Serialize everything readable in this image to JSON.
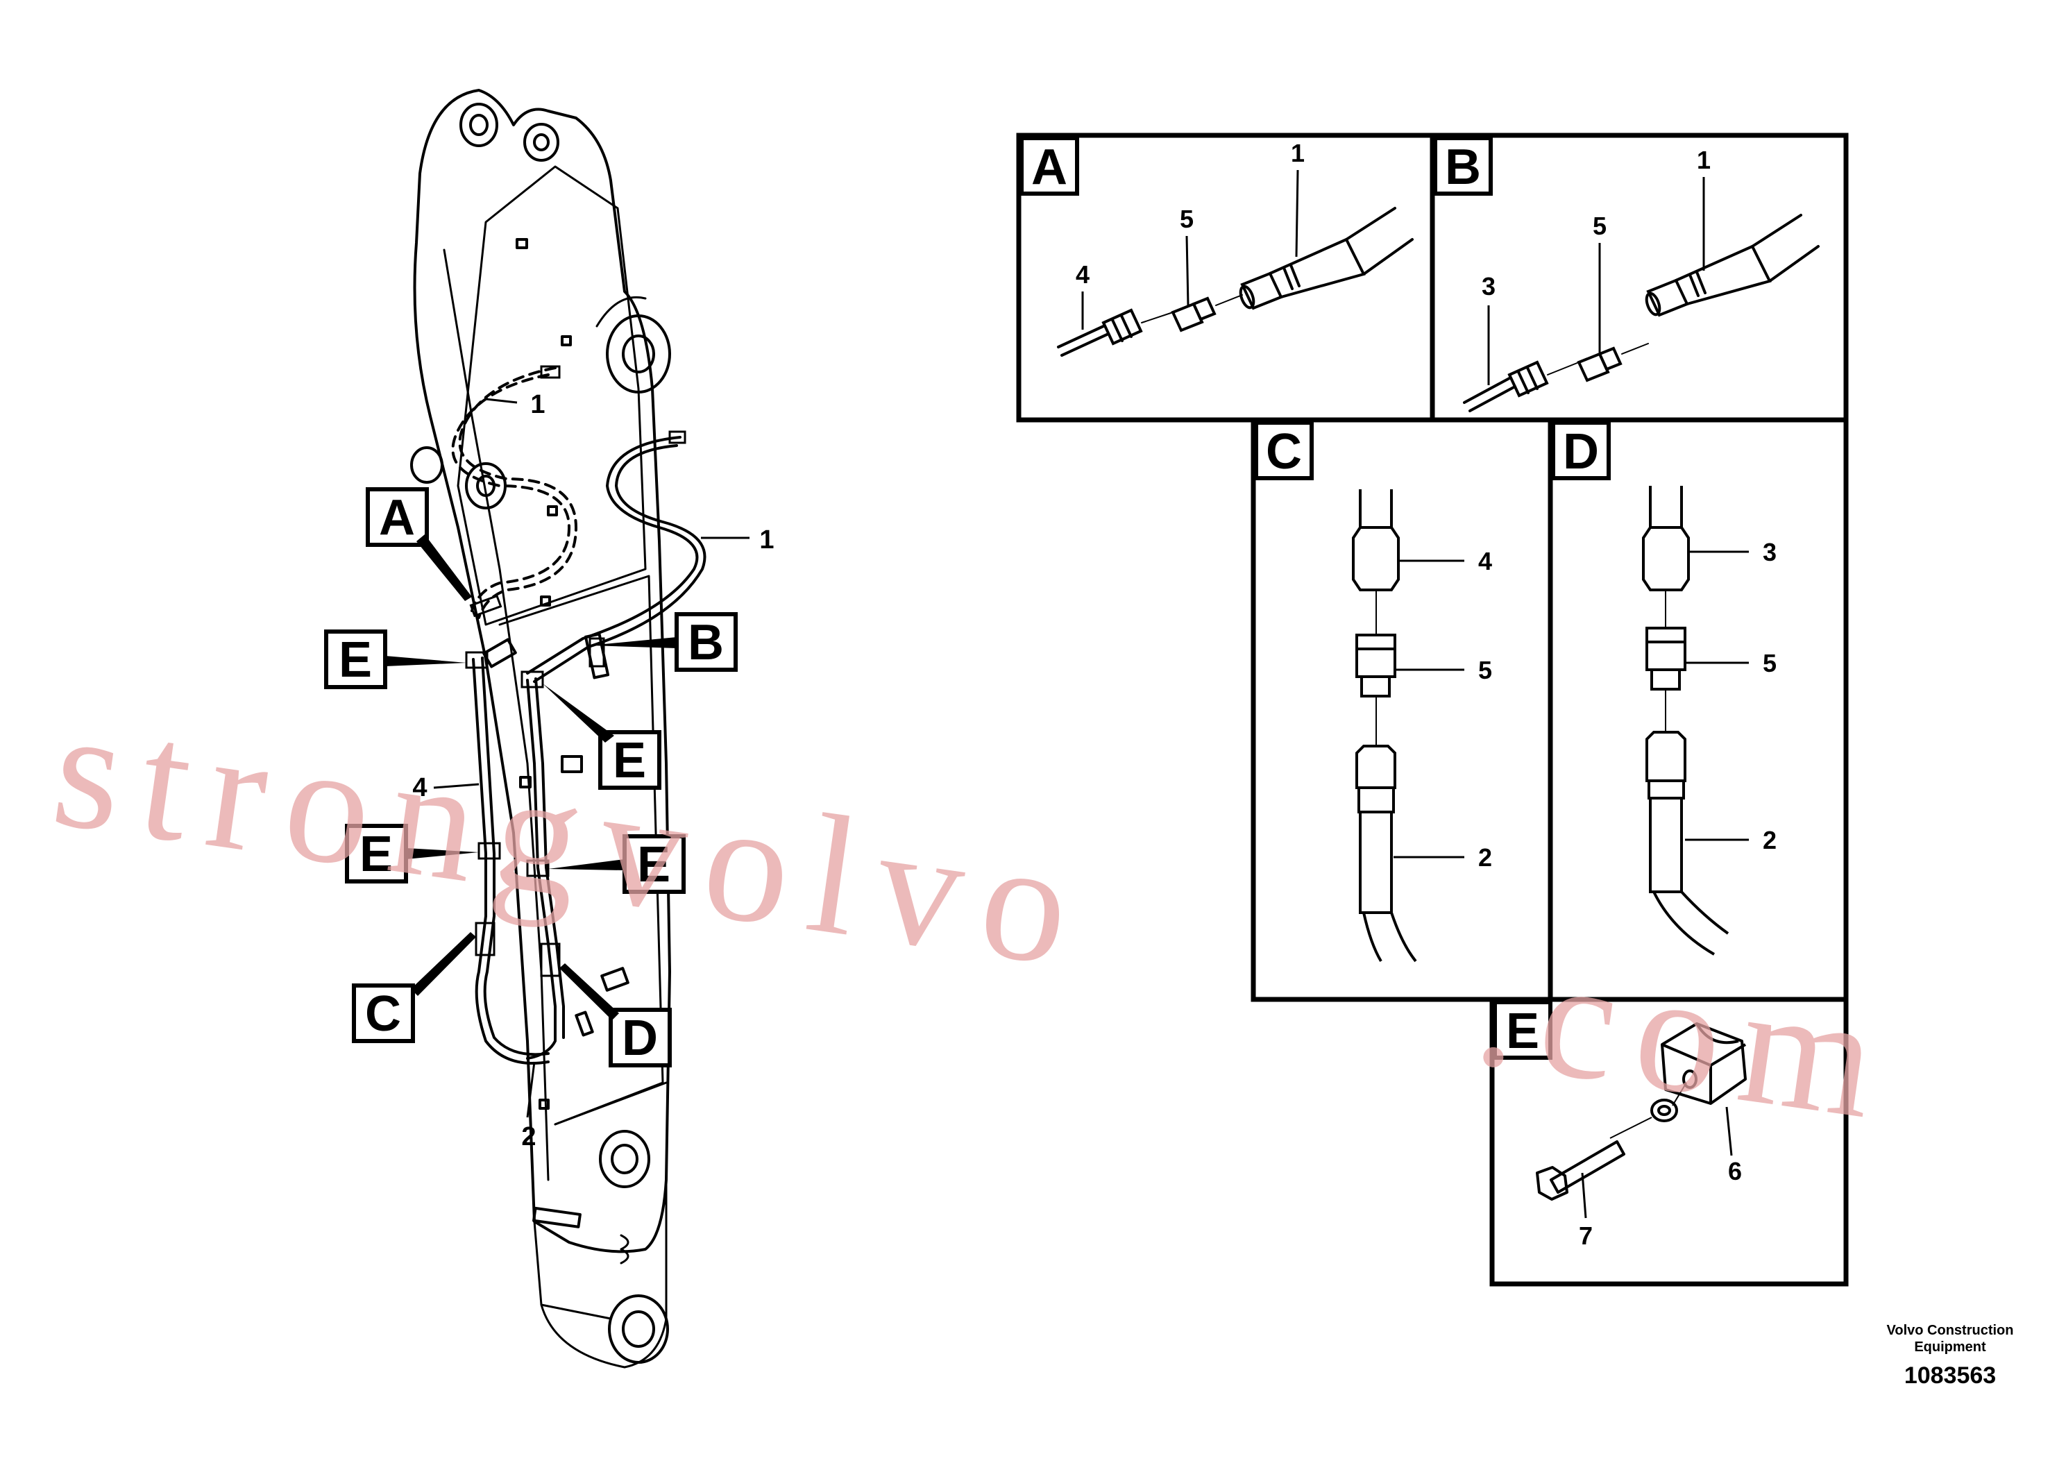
{
  "labels": {
    "view_a": "A",
    "view_b": "B",
    "view_c": "C",
    "view_d": "D",
    "view_e": "E",
    "part_1": "1",
    "part_2": "2",
    "part_3": "3",
    "part_4": "4",
    "part_5": "5",
    "part_6": "6",
    "part_7": "7"
  },
  "watermark": {
    "line1": "strongvolvo",
    "line2": ".com"
  },
  "credit": {
    "line1": "Volvo Construction",
    "line2": "Equipment",
    "drawing_number": "1083563"
  }
}
